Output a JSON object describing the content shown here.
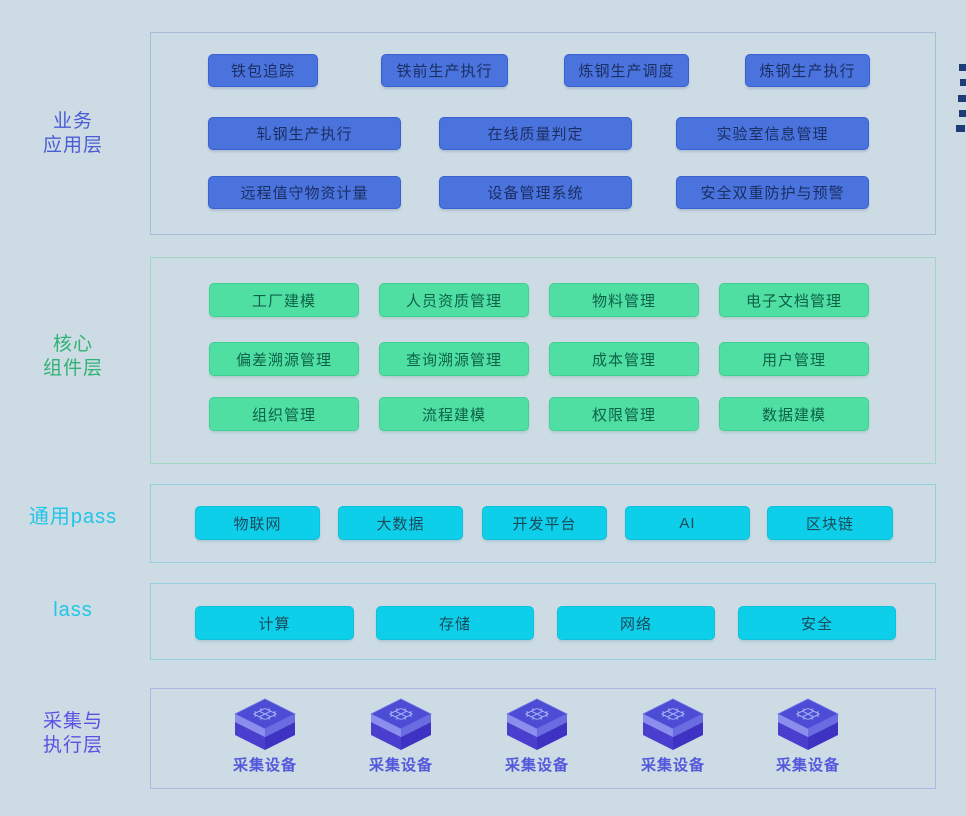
{
  "page": {
    "background_color": "#cddce4",
    "edge_marks": {
      "count": 5,
      "color": "#1e3c78"
    }
  },
  "layers": [
    {
      "name": "业务应用层",
      "label_lines": [
        "业务",
        "应用层"
      ],
      "label_color": "#4a5cd4",
      "accent_color": "#4a73dd",
      "border_color": "#a9bdd8",
      "button_text_color": "#1b2f63",
      "rows": [
        [
          "铁包追踪",
          "铁前生产执行",
          "炼钢生产调度",
          "炼钢生产执行"
        ],
        [
          "轧钢生产执行",
          "在线质量判定",
          "实验室信息管理"
        ],
        [
          "远程值守物资计量",
          "设备管理系统",
          "安全双重防护与预警"
        ]
      ]
    },
    {
      "name": "核心组件层",
      "label_lines": [
        "核心",
        "组件层"
      ],
      "label_color": "#2fb273",
      "accent_color": "#4fdfa3",
      "border_color": "#a6d4c2",
      "button_text_color": "#0e6248",
      "rows": [
        [
          "工厂建模",
          "人员资质管理",
          "物料管理",
          "电子文档管理"
        ],
        [
          "偏差溯源管理",
          "查询溯源管理",
          "成本管理",
          "用户管理"
        ],
        [
          "组织管理",
          "流程建模",
          "权限管理",
          "数据建模"
        ]
      ]
    },
    {
      "name": "通用pass",
      "label_lines": [
        "通用pass"
      ],
      "label_color": "#22c4e8",
      "accent_color": "#0dcfe9",
      "border_color": "#97cede",
      "button_text_color": "#1c4a5c",
      "rows": [
        [
          "物联网",
          "大数据",
          "开发平台",
          "AI",
          "区块链"
        ]
      ]
    },
    {
      "name": "lass",
      "label_lines": [
        "lass"
      ],
      "label_color": "#22c4e8",
      "accent_color": "#0dcfe9",
      "border_color": "#97cede",
      "button_text_color": "#1c4a5c",
      "rows": [
        [
          "计算",
          "存储",
          "网络",
          "安全"
        ]
      ]
    },
    {
      "name": "采集与执行层",
      "label_lines": [
        "采集与",
        "执行层"
      ],
      "label_color": "#5b50e2",
      "accent_color": "#4c4cd4",
      "border_color": "#b2b6e2",
      "device_label_color": "#5458dd",
      "device_icon": "chip-cube-icon",
      "device_labels": [
        "采集设备",
        "采集设备",
        "采集设备",
        "采集设备",
        "采集设备"
      ]
    }
  ]
}
